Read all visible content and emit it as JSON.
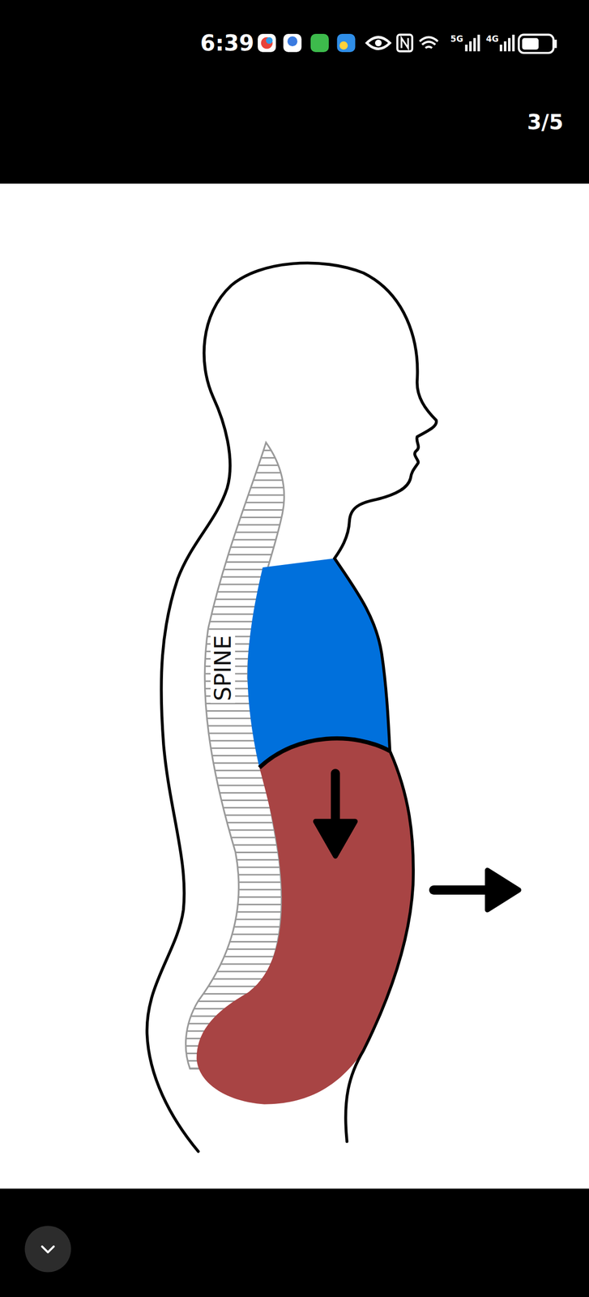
{
  "diagram": {
    "labels": [
      "6:39",
      "5G",
      "4G",
      "3/5",
      "SPINE"
    ]
  }
}
